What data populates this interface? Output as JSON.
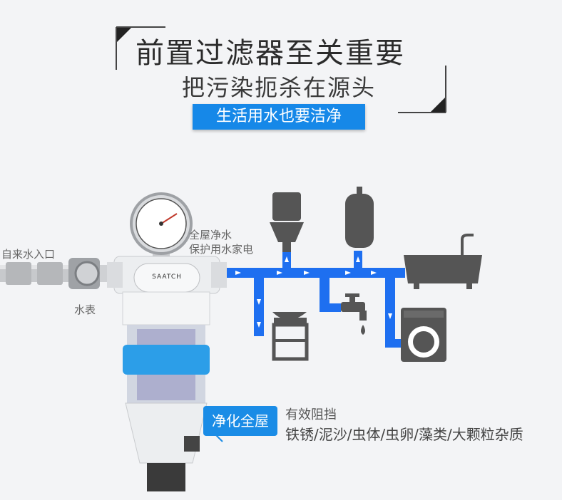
{
  "header": {
    "title": "前置过滤器至关重要",
    "subtitle": "把污染扼杀在源头",
    "banner": "生活用水也要洁净"
  },
  "labels": {
    "inlet": "自来水入口",
    "meter": "水表",
    "house_line1": "全屋净水",
    "house_line2": "保护用水家电"
  },
  "device": {
    "brand": "SAATCH"
  },
  "badge": {
    "text": "净化全屋"
  },
  "effect": {
    "title": "有效阻挡",
    "items": "铁锈/泥沙/虫体/虫卵/藻类/大颗粒杂质"
  },
  "colors": {
    "accent": "#1688e8",
    "pipe": "#1e6ff0",
    "appliance": "#555555"
  }
}
